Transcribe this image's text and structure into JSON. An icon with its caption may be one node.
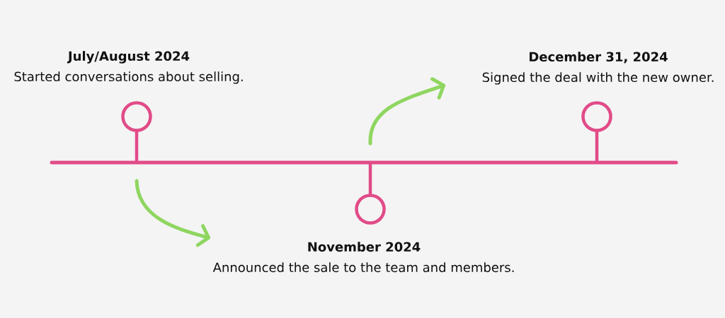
{
  "diagram": {
    "nodes": [
      {
        "text": [
          "July/August 2024",
          "Started conversations about selling."
        ]
      },
      {
        "text": [
          "November 2024",
          "Announced the sale to the team and members."
        ]
      },
      {
        "text": [
          "December 31, 2024",
          "Signed the deal with the new owner."
        ]
      }
    ],
    "edges": [
      {
        "from": 0,
        "to": 1,
        "arrow": "to"
      },
      {
        "from": 1,
        "to": 2,
        "arrow": "to"
      }
    ]
  }
}
